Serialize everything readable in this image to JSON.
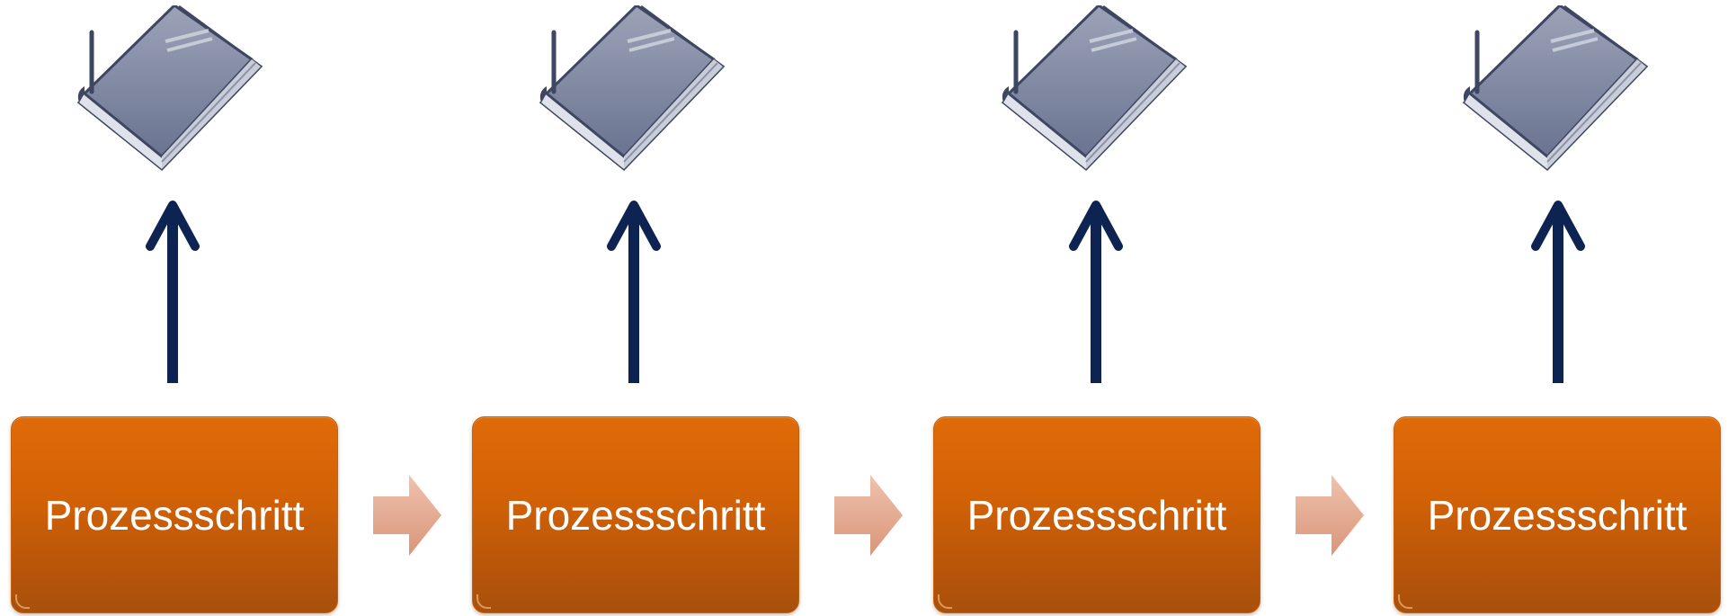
{
  "diagram": {
    "steps": [
      {
        "label": "Prozessschritt"
      },
      {
        "label": "Prozessschritt"
      },
      {
        "label": "Prozessschritt"
      },
      {
        "label": "Prozessschritt"
      }
    ],
    "icons": {
      "document": "book-icon",
      "upward": "arrow-up-icon",
      "flow": "arrow-right-icon"
    },
    "colors": {
      "step_fill": "#d36206",
      "step_text": "#ffffff",
      "up_arrow": "#0d2452",
      "flow_arrow": "#e3a58c",
      "book_cover": "#7b859f"
    }
  }
}
